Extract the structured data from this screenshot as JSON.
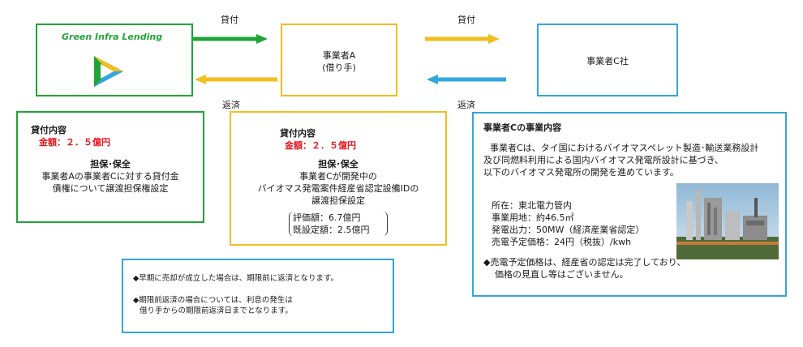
{
  "lender": {
    "brand": "Green Infra Lending",
    "logo_icon": "triangle-play-logo-icon"
  },
  "borrower": {
    "line1": "事業者A",
    "line2": "(借り手)"
  },
  "partner": {
    "name": "事業者C社"
  },
  "flows": {
    "loan_top_left": "貸付",
    "loan_top_right": "貸付",
    "repay_left": "返済",
    "repay_right": "返済"
  },
  "colors": {
    "green": "#21a338",
    "yellow": "#f2bd1f",
    "blue": "#33a6dd",
    "red": "#e8141c"
  },
  "left_box": {
    "heading": "貸付内容",
    "amount": "金額：２．５億円",
    "collateral_title": "担保･保全",
    "collateral_lines": [
      "事業者Aの事業者Cに対する貸付金",
      "債権について譲渡担保権設定"
    ]
  },
  "mid_box": {
    "heading": "貸付内容",
    "amount": "金額：２．５億円",
    "collateral_title": "担保･保全",
    "collateral_lines": [
      "事業者Cが開発中の",
      "バイオマス発電案件経産省認定設備IDの",
      "譲渡担保設定"
    ],
    "valuation": "評価額：6.7億円",
    "set_amount": "既設定額：2.5億円"
  },
  "right_box": {
    "heading": "事業者Cの事業内容",
    "desc_lines": [
      "事業者Cは、タイ国におけるバイオマスペレット製造･輸送業務設計",
      "及び同燃料利用による国内バイオマス発電所設計に基づき、",
      "以下のバイオマス発電所の開発を進めています。"
    ],
    "details": [
      "所在：東北電力管内",
      "事業用地：約46.5㎡",
      "発電出力：50MW（経済産業省認定）",
      "売電予定価格：24円（税抜）/kwh"
    ],
    "note_lines": [
      "◆売電予定価格は、経産省の認定は完了しており、",
      "価格の見直し等はございません。"
    ]
  },
  "notes_box": {
    "line1": "◆早期に売却が成立した場合は、期限前に返済となります。",
    "line2": "◆期限前返済の場合については、利息の発生は",
    "line3": "借り手からの期限前返済日までとなります。"
  }
}
